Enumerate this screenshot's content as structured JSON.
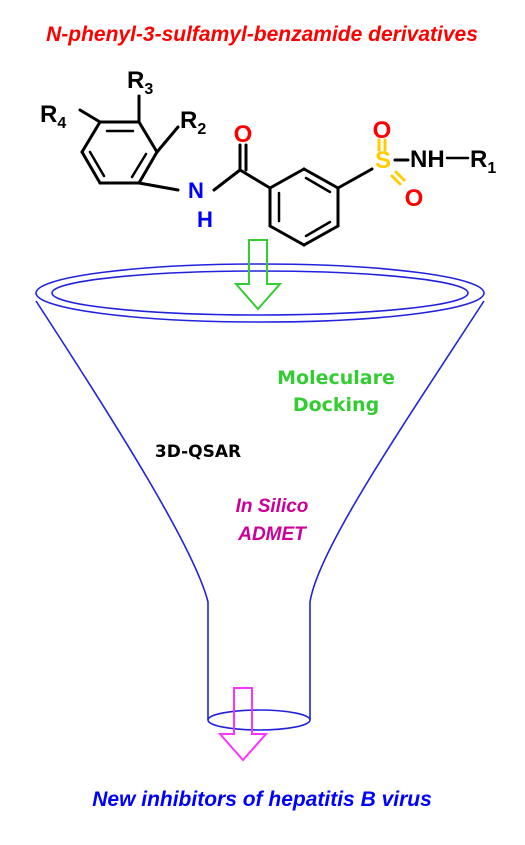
{
  "title": "N-phenyl-3-sulfamyl-benzamide derivatives",
  "footer": "New inhibitors of hepatitis B virus",
  "molecule": {
    "r3": "R",
    "r3_sub": "3",
    "r2": "R",
    "r2_sub": "2",
    "r4": "R",
    "r4_sub": "4",
    "amide_n": "N",
    "amide_h": "H",
    "carbonyl_o": "O",
    "sulfonyl_o_top": "O",
    "sulfonyl_o_bottom": "O",
    "sulfur": "S",
    "nh": "NH",
    "r1": "R",
    "r1_sub": "1"
  },
  "stages": {
    "docking_line1": "Moleculare",
    "docking_line2": "Docking",
    "qsar": "3D-QSAR",
    "admet_line1": "In Silico",
    "admet_line2": "ADMET"
  },
  "colors": {
    "title": "#ff0000",
    "footer": "#0000ff",
    "docking": "#33cc33",
    "qsar": "#000000",
    "admet": "#cc0099",
    "funnel": "#2222dd",
    "arrow_top": "#33cc33",
    "arrow_bottom": "#ff33ff",
    "oxygen": "#ff0000",
    "nitrogen": "#0000ff",
    "sulfur": "#ffcc00"
  }
}
